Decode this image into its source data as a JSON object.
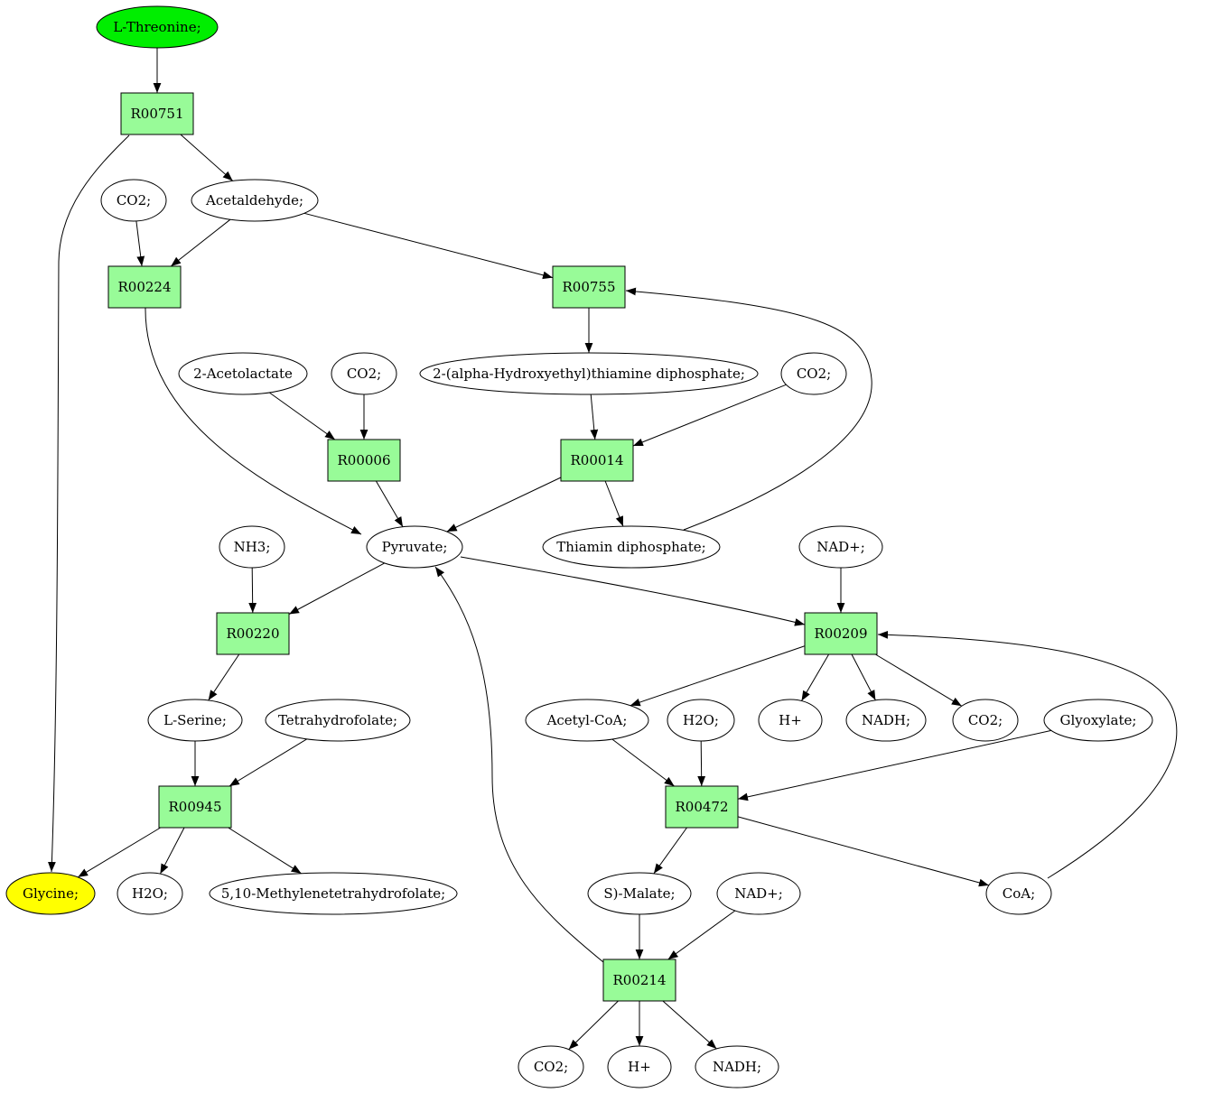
{
  "colors": {
    "start_fill": "#00ee00",
    "end_fill": "#ffff00",
    "reaction_fill": "#98fb98",
    "compound_fill": "#ffffff",
    "stroke": "#000000"
  },
  "nodes": [
    {
      "id": "lthr",
      "label": "L-Threonine;",
      "kind": "start"
    },
    {
      "id": "r00751",
      "label": "R00751",
      "kind": "reaction"
    },
    {
      "id": "co2a",
      "label": "CO2;",
      "kind": "compound"
    },
    {
      "id": "acet",
      "label": "Acetaldehyde;",
      "kind": "compound"
    },
    {
      "id": "r00224",
      "label": "R00224",
      "kind": "reaction"
    },
    {
      "id": "r00755",
      "label": "R00755",
      "kind": "reaction"
    },
    {
      "id": "acl",
      "label": "2-Acetolactate",
      "kind": "compound"
    },
    {
      "id": "co2b",
      "label": "CO2;",
      "kind": "compound"
    },
    {
      "id": "hetpp",
      "label": "2-(alpha-Hydroxyethyl)thiamine diphosphate;",
      "kind": "compound"
    },
    {
      "id": "co2c",
      "label": "CO2;",
      "kind": "compound"
    },
    {
      "id": "r00006",
      "label": "R00006",
      "kind": "reaction"
    },
    {
      "id": "r00014",
      "label": "R00014",
      "kind": "reaction"
    },
    {
      "id": "nh3",
      "label": "NH3;",
      "kind": "compound"
    },
    {
      "id": "pyr",
      "label": "Pyruvate;",
      "kind": "compound"
    },
    {
      "id": "tpp",
      "label": "Thiamin diphosphate;",
      "kind": "compound"
    },
    {
      "id": "nad1",
      "label": "NAD+;",
      "kind": "compound"
    },
    {
      "id": "r00220",
      "label": "R00220",
      "kind": "reaction"
    },
    {
      "id": "r00209",
      "label": "R00209",
      "kind": "reaction"
    },
    {
      "id": "ser",
      "label": "L-Serine;",
      "kind": "compound"
    },
    {
      "id": "thf",
      "label": "Tetrahydrofolate;",
      "kind": "compound"
    },
    {
      "id": "accoa",
      "label": "Acetyl-CoA;",
      "kind": "compound"
    },
    {
      "id": "h2oa",
      "label": "H2O;",
      "kind": "compound"
    },
    {
      "id": "h1",
      "label": "H+",
      "kind": "compound"
    },
    {
      "id": "nadh1",
      "label": "NADH;",
      "kind": "compound"
    },
    {
      "id": "co2d",
      "label": "CO2;",
      "kind": "compound"
    },
    {
      "id": "glyox",
      "label": "Glyoxylate;",
      "kind": "compound"
    },
    {
      "id": "r00945",
      "label": "R00945",
      "kind": "reaction"
    },
    {
      "id": "r00472",
      "label": "R00472",
      "kind": "reaction"
    },
    {
      "id": "gly",
      "label": "Glycine;",
      "kind": "end"
    },
    {
      "id": "h2ob",
      "label": "H2O;",
      "kind": "compound"
    },
    {
      "id": "mthf",
      "label": "5,10-Methylenetetrahydrofolate;",
      "kind": "compound"
    },
    {
      "id": "mal",
      "label": "S)-Malate;",
      "kind": "compound"
    },
    {
      "id": "nad2",
      "label": "NAD+;",
      "kind": "compound"
    },
    {
      "id": "coa",
      "label": "CoA;",
      "kind": "compound"
    },
    {
      "id": "r00214",
      "label": "R00214",
      "kind": "reaction"
    },
    {
      "id": "co2e",
      "label": "CO2;",
      "kind": "compound"
    },
    {
      "id": "h2",
      "label": "H+",
      "kind": "compound"
    },
    {
      "id": "nadh2",
      "label": "NADH;",
      "kind": "compound"
    }
  ],
  "edges": [
    [
      "lthr",
      "r00751"
    ],
    [
      "r00751",
      "acet"
    ],
    [
      "r00751",
      "gly"
    ],
    [
      "co2a",
      "r00224"
    ],
    [
      "acet",
      "r00224"
    ],
    [
      "acet",
      "r00755"
    ],
    [
      "r00224",
      "pyr"
    ],
    [
      "r00755",
      "hetpp"
    ],
    [
      "tpp",
      "r00755"
    ],
    [
      "acl",
      "r00006"
    ],
    [
      "co2b",
      "r00006"
    ],
    [
      "r00006",
      "pyr"
    ],
    [
      "hetpp",
      "r00014"
    ],
    [
      "co2c",
      "r00014"
    ],
    [
      "r00014",
      "pyr"
    ],
    [
      "r00014",
      "tpp"
    ],
    [
      "nh3",
      "r00220"
    ],
    [
      "pyr",
      "r00220"
    ],
    [
      "pyr",
      "r00209"
    ],
    [
      "nad1",
      "r00209"
    ],
    [
      "coa",
      "r00209"
    ],
    [
      "r00209",
      "accoa"
    ],
    [
      "r00209",
      "h1"
    ],
    [
      "r00209",
      "nadh1"
    ],
    [
      "r00209",
      "co2d"
    ],
    [
      "r00220",
      "ser"
    ],
    [
      "ser",
      "r00945"
    ],
    [
      "thf",
      "r00945"
    ],
    [
      "r00945",
      "gly"
    ],
    [
      "r00945",
      "h2ob"
    ],
    [
      "r00945",
      "mthf"
    ],
    [
      "accoa",
      "r00472"
    ],
    [
      "h2oa",
      "r00472"
    ],
    [
      "glyox",
      "r00472"
    ],
    [
      "r00472",
      "mal"
    ],
    [
      "r00472",
      "coa"
    ],
    [
      "mal",
      "r00214"
    ],
    [
      "nad2",
      "r00214"
    ],
    [
      "r00214",
      "pyr"
    ],
    [
      "r00214",
      "co2e"
    ],
    [
      "r00214",
      "h2"
    ],
    [
      "r00214",
      "nadh2"
    ]
  ]
}
